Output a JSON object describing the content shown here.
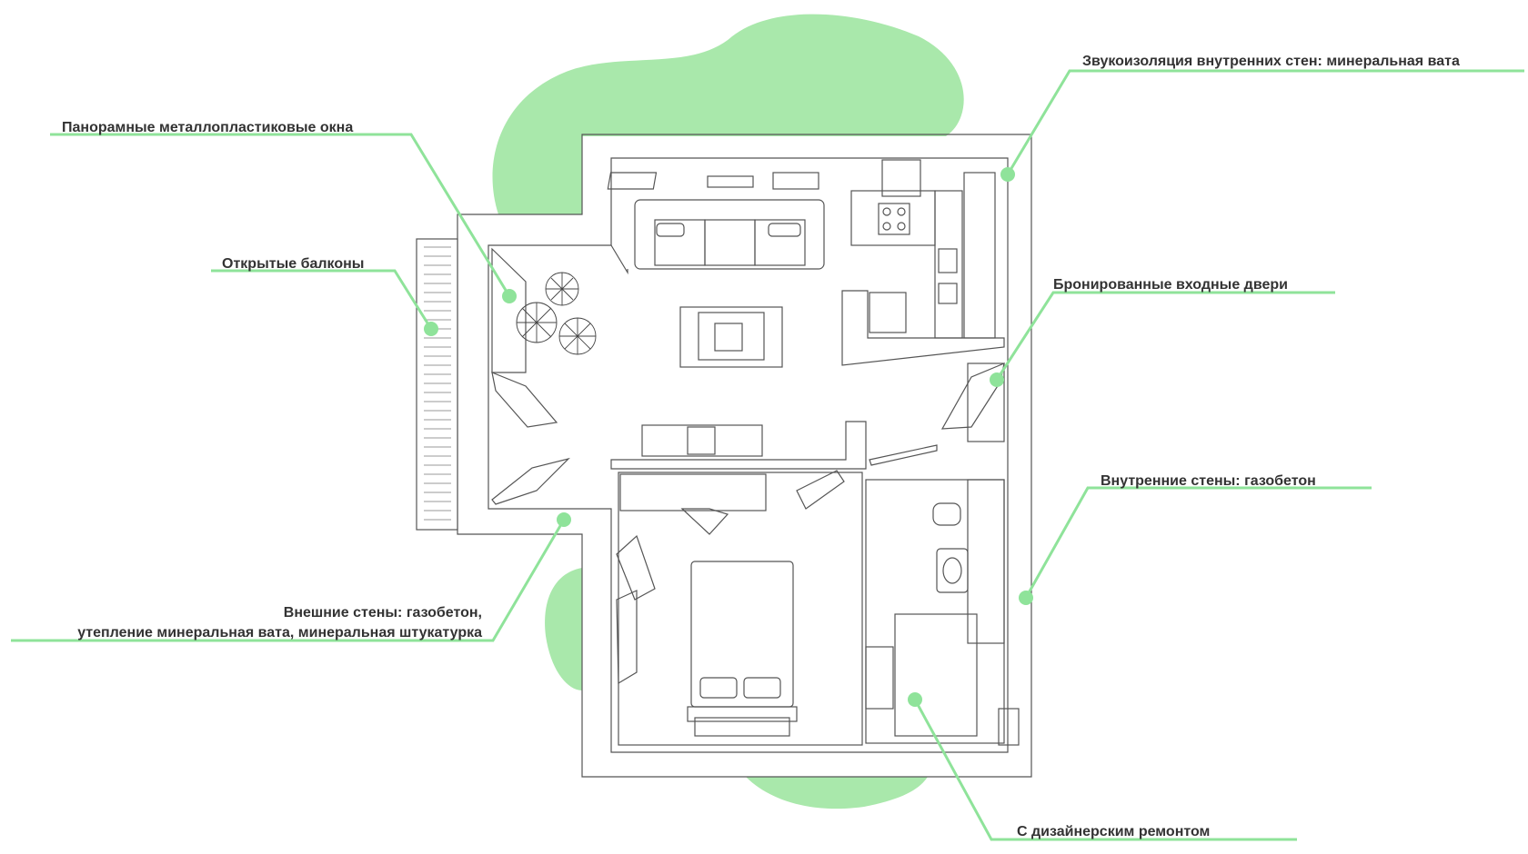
{
  "colors": {
    "accent": "#8fe39a",
    "blob": "#a9e8ab",
    "line": "#555555",
    "text": "#333333"
  },
  "callouts": {
    "windows": "Панорамные металлопластиковые окна",
    "balconies": "Открытые балконы",
    "external_walls_line1": "Внешние стены: газобетон,",
    "external_walls_line2": "утепление минеральная вата, минеральная штукатурка",
    "sound_insulation": "Звукоизоляция внутренних стен: минеральная вата",
    "armored_doors": "Бронированные входные двери",
    "internal_walls": "Внутренние стены: газобетон",
    "designer_renovation": "С дизайнерским ремонтом"
  }
}
